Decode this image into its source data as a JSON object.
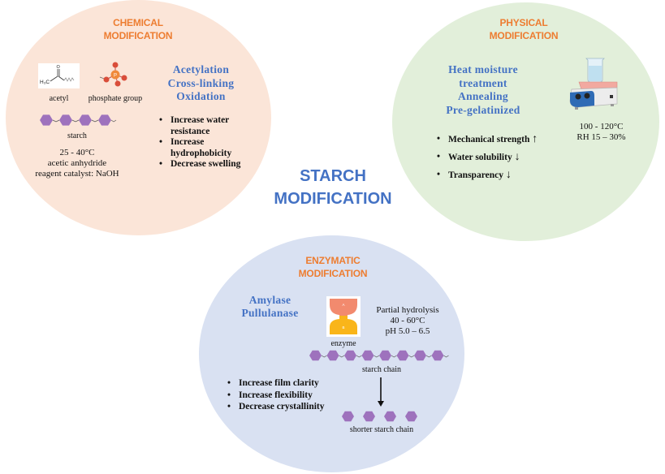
{
  "main_title": {
    "line1": "STARCH",
    "line2": "MODIFICATION"
  },
  "chemical": {
    "title_line1": "CHEMICAL",
    "title_line2": "MODIFICATION",
    "acetyl_label": "acetyl",
    "phosphate_label": "phosphate group",
    "starch_label": "starch",
    "acetyl_formula_label": "H3C",
    "conditions": [
      "25 - 40°C",
      "acetic anhydride",
      "reagent catalyst: NaOH"
    ],
    "methods": [
      "Acetylation",
      "Cross-linking",
      "Oxidation"
    ],
    "effects": [
      {
        "line1": "Increase water",
        "line2": "resistance"
      },
      {
        "line1": "Increase",
        "line2": "hydrophobicity"
      },
      {
        "line1": "Decrease swelling",
        "line2": ""
      }
    ]
  },
  "physical": {
    "title_line1": "PHYSICAL",
    "title_line2": "MODIFICATION",
    "methods": [
      "Heat moisture",
      "treatment",
      "Annealing",
      "Pre-gelatinized"
    ],
    "conditions": [
      "100 - 120°C",
      "RH 15 – 30%"
    ],
    "effects": [
      {
        "label": "Mechanical strength",
        "trend": "up",
        "arrow": "↑"
      },
      {
        "label": "Water solubility",
        "trend": "down",
        "arrow": "↓"
      },
      {
        "label": "Transparency",
        "trend": "down",
        "arrow": "↓"
      }
    ]
  },
  "enzymatic": {
    "title_line1": "ENZYMATIC",
    "title_line2": "MODIFICATION",
    "methods": [
      "Amylase",
      "Pullulanase"
    ],
    "enzyme_label": "enzyme",
    "enzyme_part_a": "A",
    "enzyme_part_b": "B",
    "conditions": [
      "Partial hydrolysis",
      "40 - 60°C",
      "pH 5.0 – 6.5"
    ],
    "starch_chain_label": "starch chain",
    "shorter_chain_label": "shorter starch chain",
    "effects": [
      "Increase film clarity",
      "Increase flexibility",
      "Decrease crystallinity"
    ]
  },
  "colors": {
    "chemical_bg": "#fbe5d8",
    "physical_bg": "#e2efda",
    "enzymatic_bg": "#d9e1f2",
    "section_title": "#ed7d31",
    "accent_blue": "#4472c4",
    "starch_unit": "#9e72bd"
  }
}
